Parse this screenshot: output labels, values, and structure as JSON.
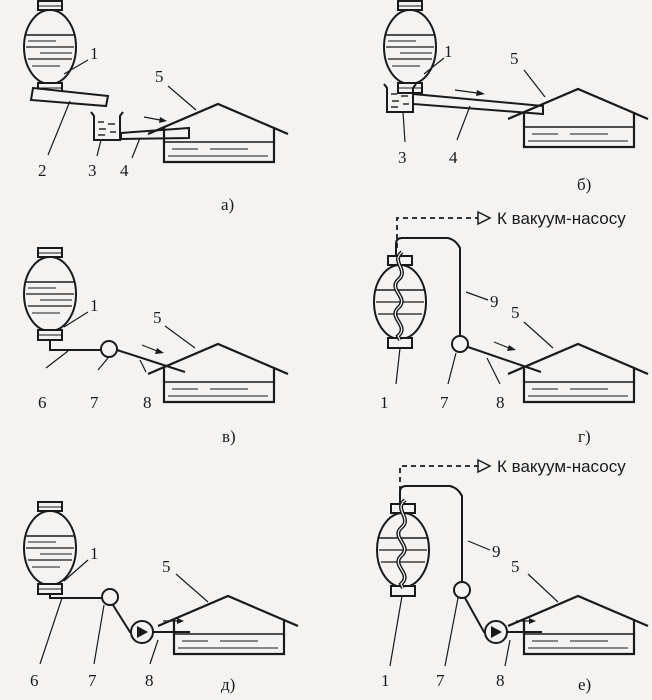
{
  "panels": {
    "a": {
      "caption": "а)",
      "labels": {
        "tank": "1",
        "trough": "2",
        "receiver": "3",
        "pipe": "4",
        "storage": "5"
      }
    },
    "b": {
      "caption": "б)",
      "labels": {
        "tank": "1",
        "receiver": "3",
        "pipe": "4",
        "storage": "5"
      }
    },
    "v": {
      "caption": "в)",
      "labels": {
        "tank": "1",
        "hose": "6",
        "valve": "7",
        "pipe": "8",
        "storage": "5"
      }
    },
    "g": {
      "caption": "г)",
      "vacuum_text": "К вакуум-насосу",
      "labels": {
        "tank": "1",
        "suction": "9",
        "valve": "7",
        "pipe": "8",
        "storage": "5"
      }
    },
    "d": {
      "caption": "д)",
      "labels": {
        "tank": "1",
        "hose": "6",
        "valve": "7",
        "pipe": "8",
        "storage": "5"
      }
    },
    "e": {
      "caption": "е)",
      "vacuum_text": "К вакуум-насосу",
      "labels": {
        "tank": "1",
        "suction": "9",
        "valve": "7",
        "pipe": "8",
        "storage": "5"
      }
    }
  }
}
